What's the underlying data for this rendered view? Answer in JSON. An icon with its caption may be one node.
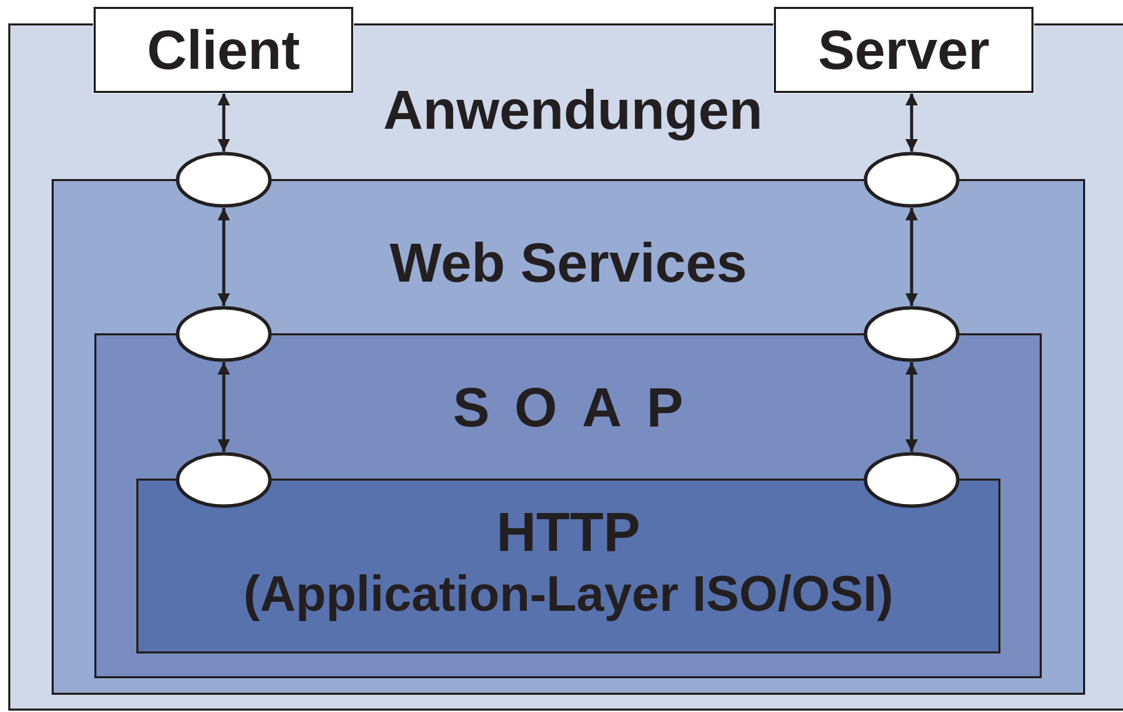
{
  "diagram": {
    "nodes": [
      {
        "text": [
          "Anwendungen"
        ]
      },
      {
        "text": [
          "Client"
        ]
      },
      {
        "text": [
          "Server"
        ]
      },
      {
        "text": [
          "Web Services"
        ],
        "in": 0
      },
      {
        "text": [
          "SOAP"
        ],
        "in": 3
      },
      {
        "text": [
          "HTTP",
          "(Application-Layer ISO/OSI)"
        ],
        "in": 4
      },
      {
        "text": [],
        "shape": "ellipse",
        "in": 0
      },
      {
        "text": [],
        "shape": "ellipse",
        "in": 0
      },
      {
        "text": [],
        "shape": "ellipse",
        "in": 3
      },
      {
        "text": [],
        "shape": "ellipse",
        "in": 3
      },
      {
        "text": [],
        "shape": "ellipse",
        "in": 4
      },
      {
        "text": [],
        "shape": "ellipse",
        "in": 4
      }
    ],
    "edges": [
      {
        "from": 1,
        "to": 6,
        "arrow": "both"
      },
      {
        "from": 6,
        "to": 8,
        "arrow": "both"
      },
      {
        "from": 8,
        "to": 10,
        "arrow": "both"
      },
      {
        "from": 2,
        "to": 7,
        "arrow": "both"
      },
      {
        "from": 7,
        "to": 9,
        "arrow": "both"
      },
      {
        "from": 9,
        "to": 11,
        "arrow": "both"
      }
    ]
  }
}
